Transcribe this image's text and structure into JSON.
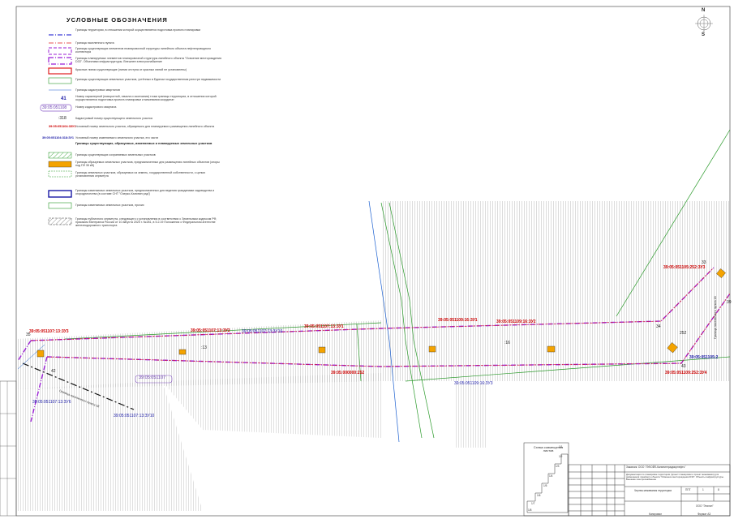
{
  "legend": {
    "title": "УСЛОВНЫЕ ОБОЗНАЧЕНИЯ",
    "items": [
      {
        "id": "territory",
        "text": "Границы территории, в отношении которой осуществляется подготовка проекта планировки"
      },
      {
        "id": "settlement",
        "text": "Граница населенного пункта"
      },
      {
        "id": "existing_linear",
        "text": "Границы существующих элементов планировочной структуры линейного объекта нефтепроводного коллектора"
      },
      {
        "id": "planned_linear",
        "text": "Границы планируемых элементов планировочной структуры линейного объекта \"Освоение месторождения D33\". Объектами инфраструктуры. Внешнее электроснабжение"
      },
      {
        "id": "red_lines",
        "text": "Красные линии существующие (линии отступа от красных линий не установлены)"
      },
      {
        "id": "existing_parcels",
        "text": "Границы существующих земельных участков, учтённых в Едином государственном реестре недвижимости"
      },
      {
        "id": "cadastral_blocks",
        "text": "Границы кадастровых кварталов"
      },
      {
        "id": "point_number",
        "text": "Номер характерной (поворотной, начала и окончания) точки границы территории, в отношении которой осуществляется подготовка проекта планировки и межевания координат"
      },
      {
        "id": "block_number",
        "text": "Номер кадастрового квартала"
      },
      {
        "id": "cad_number",
        "text": "Кадастровый номер существующего земельного участка"
      },
      {
        "id": "new_parcel",
        "text": "Условный номер земельного участка, образуемого для планируемого размещения линейного объекта"
      },
      {
        "id": "changed_parcel",
        "text": "Условный номер изменяемого земельного участка, его части"
      },
      {
        "id": "kept_parcels",
        "text": "Границы существующих сохраняемых земельных участков"
      },
      {
        "id": "formed_parcels",
        "text": "Границы образуемых земельных участков, предназначенных для размещения линейных объектов (опоры под ПЛ 35 кВ)"
      },
      {
        "id": "public_parcels",
        "text": "Границы земельных участков, образуемых из земель, государственной собственности, с целью установления сервитута"
      },
      {
        "id": "changed_gardens",
        "text": "Границы изменяемых земельных участков, предназначенных для ведения гражданами садоводства и огородничества (в составе СНТ \"Озерко-Калинин рад\")"
      },
      {
        "id": "changed_other",
        "text": "Границы изменяемых земельных участков, прочих"
      },
      {
        "id": "servitude",
        "text": "Границы публичного сервитута, следующего с установления в соответствии с Земельным кодексом РФ, приказом Минтранса России от 10 августа 2020 г. №281, в 5.2.19 Положения о Федеральном агентстве железнодорожного транспорта"
      }
    ],
    "section_heading": "Границы существующих, образуемых, изменяемых и планируемых земельных участков",
    "point_sample": "41",
    "block_sample": "39:05:051108",
    "cad_sample": ":318",
    "new_parcel_sample": "39:05:051104:3ЗУ1",
    "changed_parcel_sample": "39:05:051104:318:ЗУ1"
  },
  "compass": {
    "north": "N",
    "south": "S"
  },
  "map_labels": [
    {
      "text": "39:05:051107:13:ЗУ3",
      "color": "red"
    },
    {
      "text": "39:05:051107:13:ЗУ2",
      "color": "red"
    },
    {
      "text": "39:05:051107:13:ЗУ10",
      "color": "blue"
    },
    {
      "text": "39:05:051107:13:ЗУ1",
      "color": "red"
    },
    {
      "text": "39:05:051109:16:ЗУ1",
      "color": "red"
    },
    {
      "text": "39:05:051109:16:ЗУ2",
      "color": "red"
    },
    {
      "text": "39:05:051105:252:ЗУ3",
      "color": "red"
    },
    {
      "text": "39:05:051105:2",
      "color": "blue"
    },
    {
      "text": "39:05:051109:252:ЗУ4",
      "color": "red"
    },
    {
      "text": "39:05:000000:252",
      "color": "red"
    },
    {
      "text": "39:05:051109:16:ЗУ3",
      "color": "blue"
    },
    {
      "text": "39:05:051107:13:ЗУ6",
      "color": "blue"
    },
    {
      "text": "39:05:051107:13:ЗУ10",
      "color": "blue"
    },
    {
      "text": ":13",
      "color": "dark"
    },
    {
      "text": ":16",
      "color": "dark"
    },
    {
      "text": "252",
      "color": "dark"
    },
    {
      "text": "39:05:051107",
      "color": "purple"
    },
    {
      "text": "Граница населенного пункта 18",
      "color": "dark"
    },
    {
      "text": "Граница населенного пункта 18",
      "color": "dark"
    }
  ],
  "points": [
    "33",
    "34",
    "35",
    "39",
    "42",
    "43"
  ],
  "sheet_scheme": {
    "title": "Схема совмещения листов",
    "sheets": [
      "1/1",
      "1/2",
      "1/3",
      "1/4",
      "1/5",
      "1/6",
      "1/7",
      "1/8"
    ]
  },
  "title_block": {
    "customer": "Заказчик: ООО \"ЛУКОЙЛ-Калининградморнефть\"",
    "project": "Документация по планировке территории (проект планировки и проект межевания) для размещения линейного объекта \"Освоение месторождения D33\". Объекты инфраструктуры. Внешнее электроснабжение",
    "drawing": "Чертеж межевания территории",
    "stage": "ППТ",
    "sheet_no": "1",
    "sheets_total": "8",
    "company": "ООО \"Эталон\"",
    "copied": "Копировал",
    "format": "Формат А3"
  }
}
